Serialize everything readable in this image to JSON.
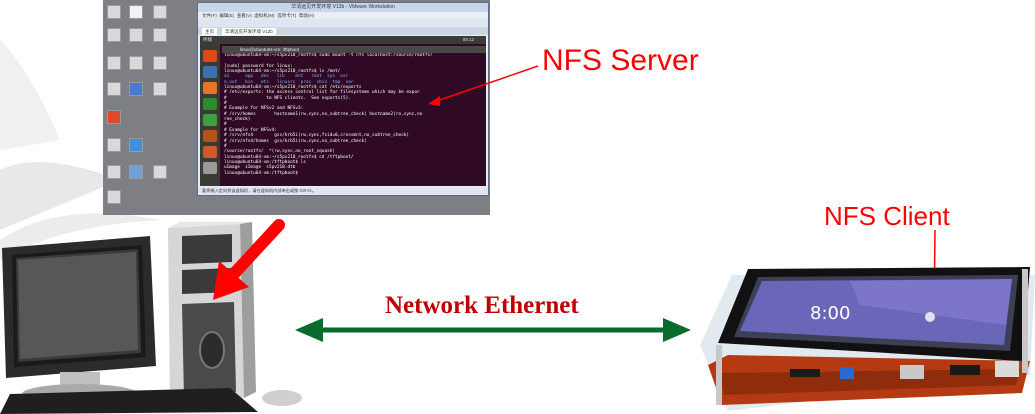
{
  "labels": {
    "nfs_server": "NFS Server",
    "nfs_client": "NFS Client",
    "network": "Network Ethernet"
  },
  "screenshot": {
    "window_title": "华清远见开发环境 V12b - VMware Workstation",
    "menu_items": [
      "文件(F)",
      "编辑(E)",
      "查看(V)",
      "虚拟机(M)",
      "选项卡(T)",
      "帮助(H)"
    ],
    "tabs": [
      "主页",
      "华清远见开发环境 V12b"
    ],
    "ubuntu_topbar": "终端",
    "clock": "09:12",
    "terminal_title": "linux@ubuntu64-vm: /tftpboot",
    "terminal_lines": [
      "linux@ubuntu64-vm:~/s5pv210_rootfs$ sudo mount -t nfs localhost:/source/rootfs/",
      "",
      "[sudo] password for linux:",
      "linux@ubuntu64-vm:~/s5pv210_rootfs$ ls /mnt/",
      "a1      app   dev   lib    mnt   root  sys  usr",
      "a.out   bin   etc   linuxrc  proc  sbin  tmp  var",
      "linux@ubuntu64-vm:~/s5pv210_rootfs$ cat /etc/exports",
      "# /etc/exports: the access control list for filesystems which may be expor",
      "#               to NFS clients.  See exports(5).",
      "#",
      "# Example for NFSv2 and NFSv3:",
      "# /srv/homes       hostname1(rw,sync,no_subtree_check) hostname2(ro,sync,no",
      "ree_check)",
      "#",
      "# Example for NFSv4:",
      "# /srv/nfs4        gss/krb5i(rw,sync,fsid=0,crossmnt,no_subtree_check)",
      "# /srv/nfs4/homes  gss/krb5i(rw,sync,no_subtree_check)",
      "#",
      "/source/rootfs/  *(rw,sync,no_root_squash)",
      "linux@ubuntu64-vm:~/s5pv210_rootfs$ cd /tftpboot/",
      "linux@ubuntu64-vm:/tftpboot$ ls",
      "uImage  zImage  s5pv210.dtb",
      "linux@ubuntu64-vm:/tftpboot$ "
    ],
    "status_text": "要将输入定向到该虚拟机，请在虚拟机内部单击或按 Ctrl+G。"
  },
  "board_screen": {
    "clock": "8:00"
  },
  "colors": {
    "label_red": "#ff0000",
    "network_text": "#c00000",
    "double_arrow": "#0a6b2e",
    "pointer_arrow": "#ff0000",
    "terminal_bg": "#300a24"
  },
  "icons": [
    "desktop-pc-icon",
    "embedded-board-icon",
    "double-arrow-icon",
    "pointer-arrow-icon"
  ]
}
